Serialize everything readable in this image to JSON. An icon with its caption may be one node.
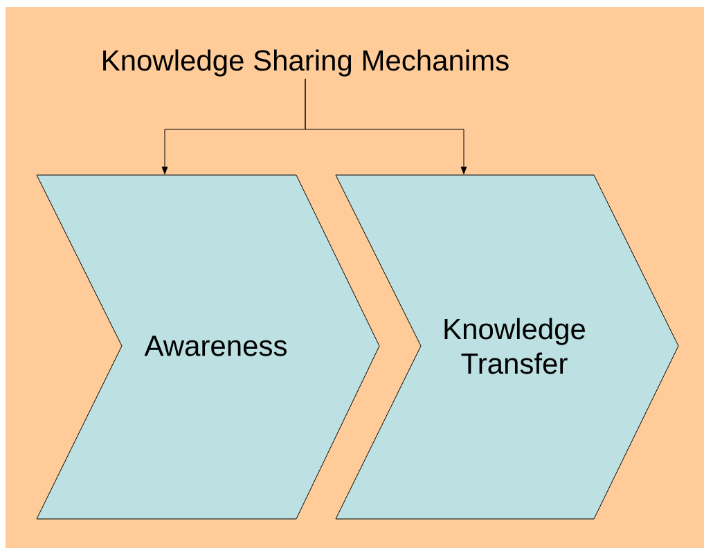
{
  "diagram": {
    "nodes": [
      {
        "text": [
          "Knowledge Sharing Mechanims"
        ]
      },
      {
        "text": [
          "Awareness"
        ]
      },
      {
        "text": [
          "Knowledge Transfer"
        ]
      }
    ],
    "edges": [
      {
        "from": 0,
        "to": 1,
        "arrow": "to"
      },
      {
        "from": 0,
        "to": 2,
        "arrow": "to"
      }
    ]
  }
}
